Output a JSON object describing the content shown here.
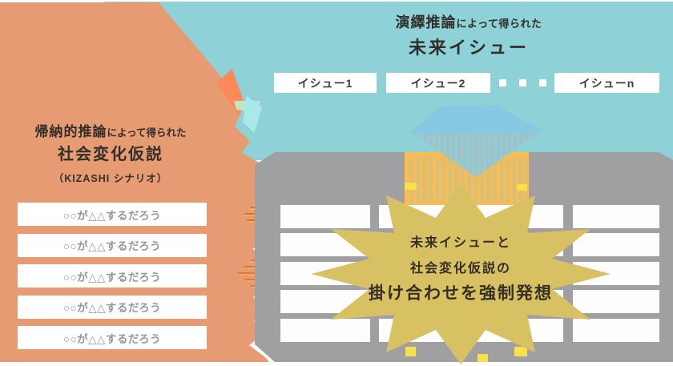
{
  "top_section": {
    "heading_strong": "演繹推論",
    "heading_rest": "によって得られた",
    "title": "未来イシュー",
    "issues": [
      {
        "label": "イシュー1"
      },
      {
        "label": "イシュー2"
      },
      {
        "label": "イシューn"
      }
    ],
    "ellipsis_dot_count": 3
  },
  "left_panel": {
    "heading_strong": "帰納的推論",
    "heading_rest": "によって得られた",
    "title": "社会変化仮説",
    "subtitle": "（KIZASHI シナリオ）",
    "hypotheses": [
      "○○が△△するだろう",
      "○○が△△するだろう",
      "○○が△△するだろう",
      "○○が△△するだろう",
      "○○が△△するだろう"
    ]
  },
  "star_callout": {
    "line1": "未来イシューと",
    "line2": "社会変化仮説の",
    "line3": "掛け合わせを強制発想"
  },
  "matrix": {
    "rows": 5,
    "visible_columns": 3,
    "has_highlighted_column": true
  },
  "colors": {
    "teal_background": "#8ED2D8",
    "left_panel_orange": "#E79B72",
    "matrix_gray": "#A0A0A2",
    "cell_white": "#FDFDFD",
    "highlight_column_orange": "#FBBC4F",
    "pointer_diamond_blue": "#87C8E2",
    "starburst_yellow": "#D8C162",
    "dark_text": "#322F2A",
    "hypothesis_text_gray": "#969696",
    "fragment_yellow": "#F7E24A"
  }
}
